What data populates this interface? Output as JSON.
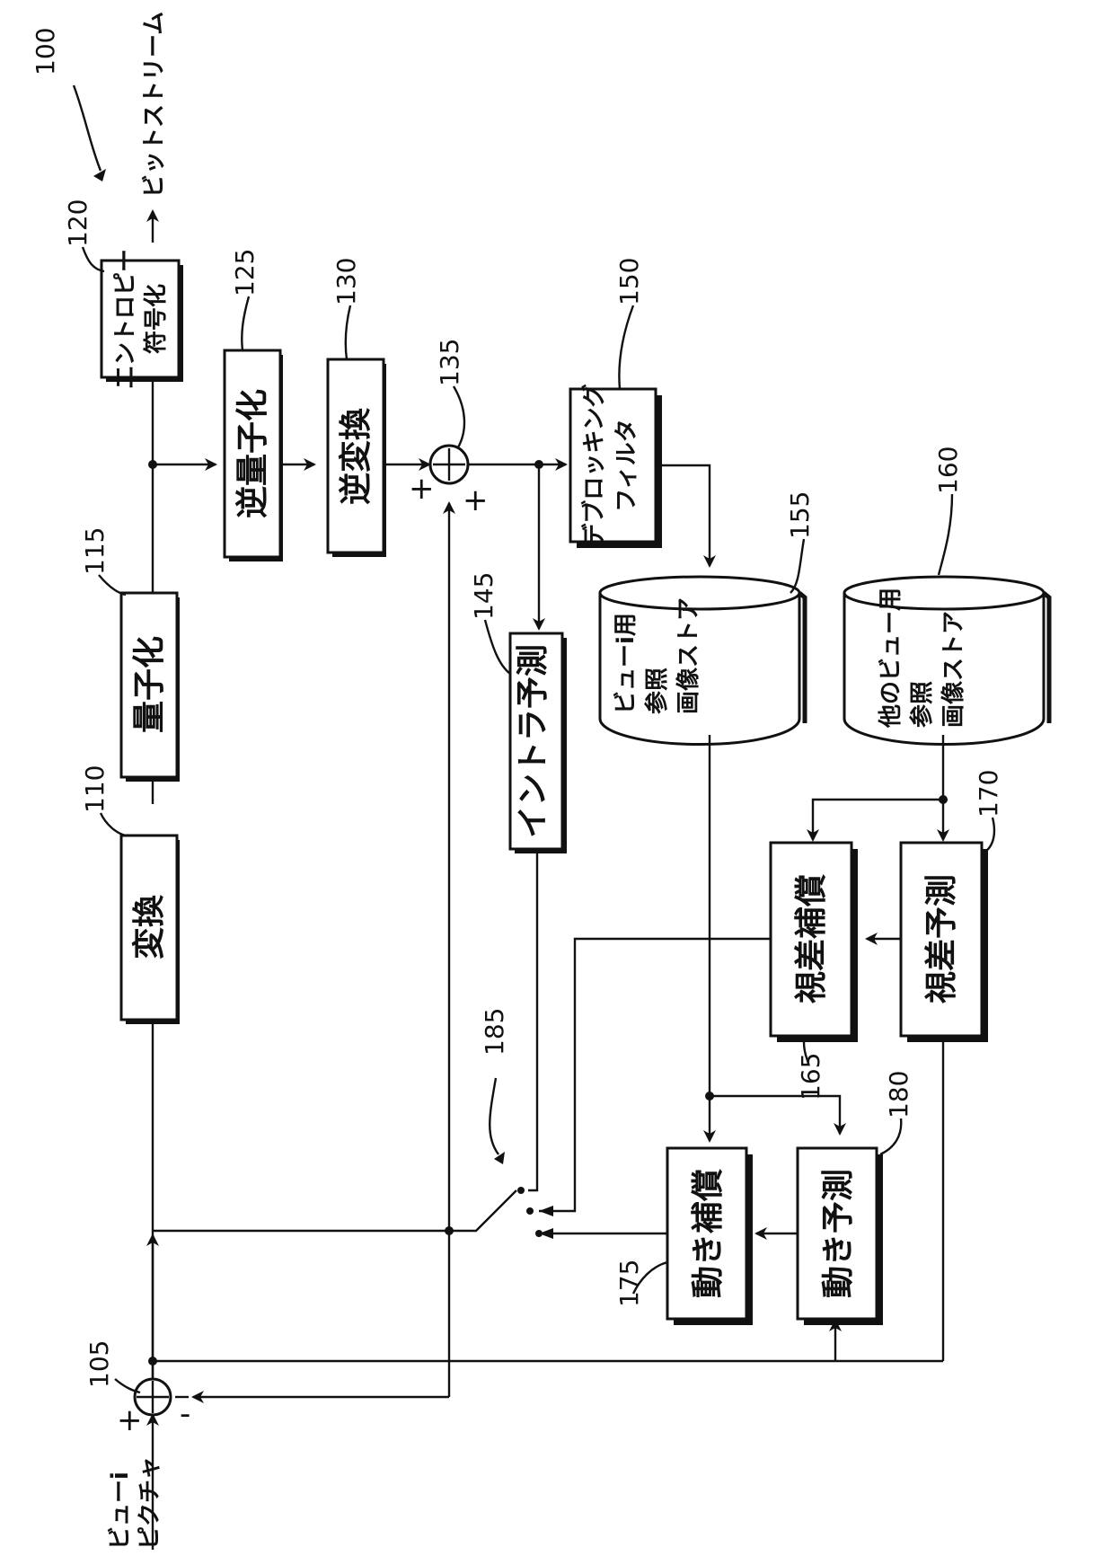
{
  "figure_ref": "100",
  "inputs": {
    "view_picture_line1": "ビューi",
    "view_picture_line2": "ピクチャ"
  },
  "outputs": {
    "bitstream": "ビットストリーム"
  },
  "blocks": {
    "transform": {
      "ref": "110",
      "label": "変換"
    },
    "quantize": {
      "ref": "115",
      "label": "量子化"
    },
    "entropy": {
      "ref": "120",
      "label_line1": "エントロピー",
      "label_line2": "符号化"
    },
    "inv_quantize": {
      "ref": "125",
      "label": "逆量子化"
    },
    "inv_transform": {
      "ref": "130",
      "label": "逆変換"
    },
    "intra_pred": {
      "ref": "145",
      "label": "イントラ予測"
    },
    "deblock": {
      "ref": "150",
      "label_line1": "デブロッキング",
      "label_line2": "フィルタ"
    },
    "ref_store_view": {
      "ref": "155",
      "label_line1": "ビューi用",
      "label_line2": "参照",
      "label_line3": "画像ストア"
    },
    "ref_store_other": {
      "ref": "160",
      "label_line1": "他のビュー用",
      "label_line2": "参照",
      "label_line3": "画像ストア"
    },
    "disparity_comp": {
      "ref": "165",
      "label": "視差補償"
    },
    "disparity_pred": {
      "ref": "170",
      "label": "視差予測"
    },
    "motion_comp": {
      "ref": "175",
      "label": "動き補償"
    },
    "motion_pred": {
      "ref": "180",
      "label": "動き予測"
    }
  },
  "junctions": {
    "adder_input": {
      "ref": "105",
      "plus": "+",
      "minus": "-"
    },
    "adder_recon": {
      "ref": "135",
      "plus_left": "+",
      "plus_bottom": "+"
    }
  },
  "switch": {
    "ref": "185"
  }
}
